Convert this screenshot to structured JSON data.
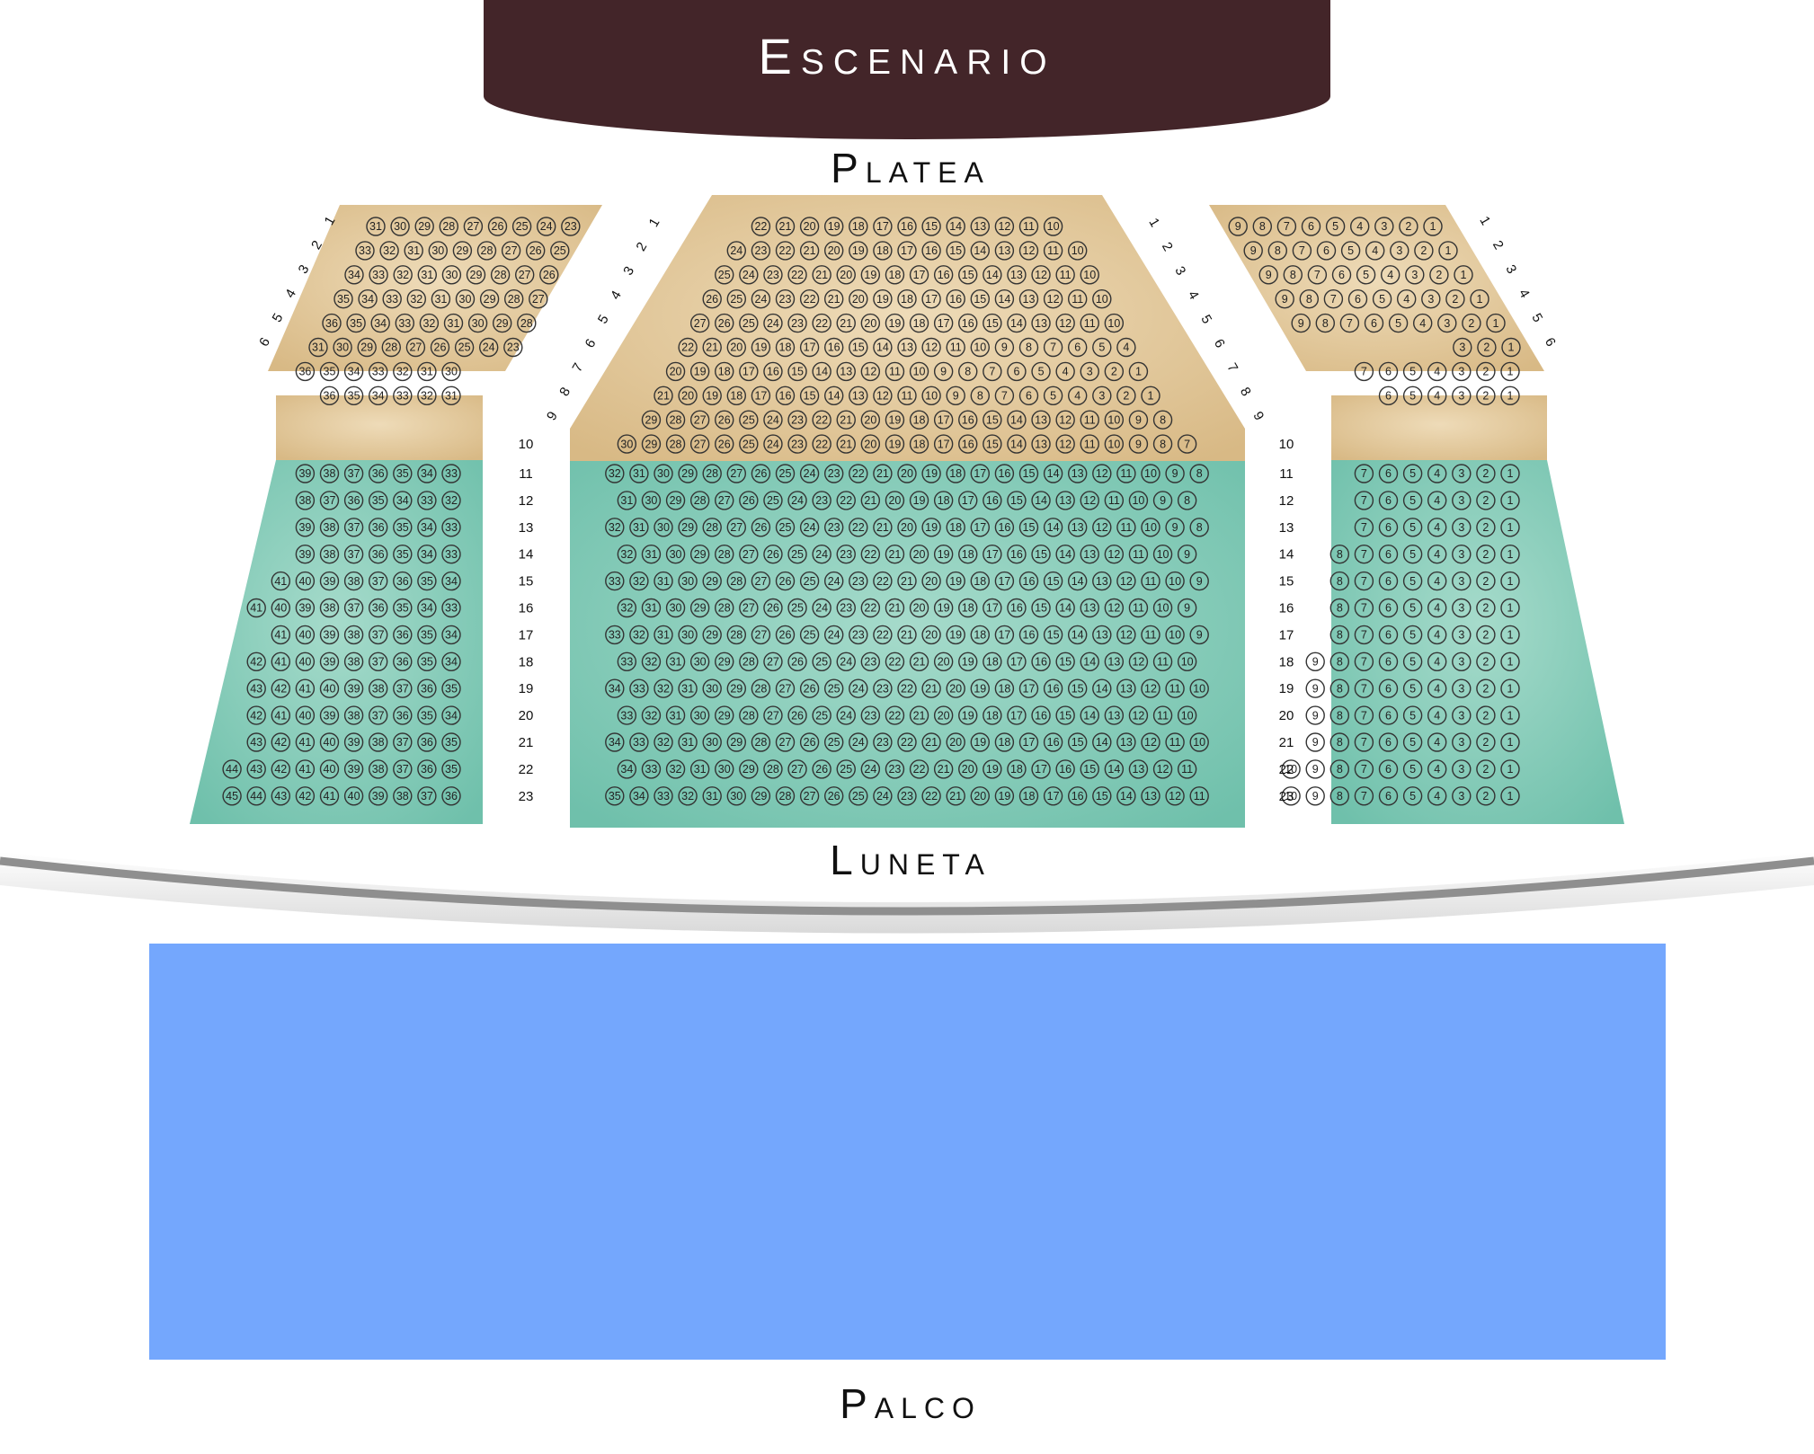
{
  "stage": {
    "label": "Escenario"
  },
  "sections": {
    "platea": "Platea",
    "luneta": "Luneta",
    "palco": "Palco"
  },
  "colors": {
    "stage": "#432529",
    "platea": "#dcc08e",
    "luneta": "#7ec8b6",
    "palco": "#74a7fd"
  },
  "seat_blocks": {
    "left": [
      {
        "row": 1,
        "seats": [
          31,
          30,
          29,
          28,
          27,
          26,
          25,
          24,
          23
        ]
      },
      {
        "row": 2,
        "seats": [
          33,
          32,
          31,
          30,
          29,
          28,
          27,
          26,
          25
        ]
      },
      {
        "row": 3,
        "seats": [
          34,
          33,
          32,
          31,
          30,
          29,
          28,
          27,
          26
        ]
      },
      {
        "row": 4,
        "seats": [
          35,
          34,
          33,
          32,
          31,
          30,
          29,
          28,
          27
        ]
      },
      {
        "row": 5,
        "seats": [
          36,
          35,
          34,
          33,
          32,
          31,
          30,
          29,
          28
        ]
      },
      {
        "row": 6,
        "seats": [
          31,
          30,
          29,
          28,
          27,
          26,
          25,
          24,
          23
        ]
      },
      {
        "row": 7,
        "seats": [
          36,
          35,
          34,
          33,
          32,
          31,
          30
        ]
      },
      {
        "row": 8,
        "seats": [
          36,
          35,
          34,
          33,
          32,
          31
        ]
      },
      {
        "row": 11,
        "seats": [
          39,
          38,
          37,
          36,
          35,
          34,
          33
        ]
      },
      {
        "row": 12,
        "seats": [
          38,
          37,
          36,
          35,
          34,
          33,
          32
        ]
      },
      {
        "row": 13,
        "seats": [
          39,
          38,
          37,
          36,
          35,
          34,
          33
        ]
      },
      {
        "row": 14,
        "seats": [
          39,
          38,
          37,
          36,
          35,
          34,
          33
        ]
      },
      {
        "row": 15,
        "seats": [
          41,
          40,
          39,
          38,
          37,
          36,
          35,
          34
        ]
      },
      {
        "row": 16,
        "seats": [
          41,
          40,
          39,
          38,
          37,
          36,
          35,
          34,
          33
        ]
      },
      {
        "row": 17,
        "seats": [
          41,
          40,
          39,
          38,
          37,
          36,
          35,
          34
        ]
      },
      {
        "row": 18,
        "seats": [
          42,
          41,
          40,
          39,
          38,
          37,
          36,
          35,
          34
        ]
      },
      {
        "row": 19,
        "seats": [
          43,
          42,
          41,
          40,
          39,
          38,
          37,
          36,
          35
        ]
      },
      {
        "row": 20,
        "seats": [
          42,
          41,
          40,
          39,
          38,
          37,
          36,
          35,
          34
        ]
      },
      {
        "row": 21,
        "seats": [
          43,
          42,
          41,
          40,
          39,
          38,
          37,
          36,
          35
        ]
      },
      {
        "row": 22,
        "seats": [
          44,
          43,
          42,
          41,
          40,
          39,
          38,
          37,
          36,
          35
        ]
      },
      {
        "row": 23,
        "seats": [
          45,
          44,
          43,
          42,
          41,
          40,
          39,
          38,
          37,
          36
        ]
      }
    ],
    "center": [
      {
        "row": 1,
        "seats": [
          22,
          21,
          20,
          19,
          18,
          17,
          16,
          15,
          14,
          13,
          12,
          11,
          10
        ]
      },
      {
        "row": 2,
        "seats": [
          24,
          23,
          22,
          21,
          20,
          19,
          18,
          17,
          16,
          15,
          14,
          13,
          12,
          11,
          10
        ]
      },
      {
        "row": 3,
        "seats": [
          25,
          24,
          23,
          22,
          21,
          20,
          19,
          18,
          17,
          16,
          15,
          14,
          13,
          12,
          11,
          10
        ]
      },
      {
        "row": 4,
        "seats": [
          26,
          25,
          24,
          23,
          22,
          21,
          20,
          19,
          18,
          17,
          16,
          15,
          14,
          13,
          12,
          11,
          10
        ]
      },
      {
        "row": 5,
        "seats": [
          27,
          26,
          25,
          24,
          23,
          22,
          21,
          20,
          19,
          18,
          17,
          16,
          15,
          14,
          13,
          12,
          11,
          10
        ]
      },
      {
        "row": 6,
        "seats": [
          22,
          21,
          20,
          19,
          18,
          17,
          16,
          15,
          14,
          13,
          12,
          11,
          10,
          9,
          8,
          7,
          6,
          5,
          4
        ]
      },
      {
        "row": 7,
        "seats": [
          20,
          19,
          18,
          17,
          16,
          15,
          14,
          13,
          12,
          11,
          10,
          9,
          8,
          7,
          6,
          5,
          4,
          3,
          2,
          1
        ]
      },
      {
        "row": 8,
        "seats": [
          21,
          20,
          19,
          18,
          17,
          16,
          15,
          14,
          13,
          12,
          11,
          10,
          9,
          8,
          7,
          6,
          5,
          4,
          3,
          2,
          1
        ]
      },
      {
        "row": 9,
        "seats": [
          29,
          28,
          27,
          26,
          25,
          24,
          23,
          22,
          21,
          20,
          19,
          18,
          17,
          16,
          15,
          14,
          13,
          12,
          11,
          10,
          9,
          8
        ]
      },
      {
        "row": 10,
        "seats": [
          30,
          29,
          28,
          27,
          26,
          25,
          24,
          23,
          22,
          21,
          20,
          19,
          18,
          17,
          16,
          15,
          14,
          13,
          12,
          11,
          10,
          9,
          8,
          7
        ]
      },
      {
        "row": 11,
        "seats": [
          32,
          31,
          30,
          29,
          28,
          27,
          26,
          25,
          24,
          23,
          22,
          21,
          20,
          19,
          18,
          17,
          16,
          15,
          14,
          13,
          12,
          11,
          10,
          9,
          8
        ]
      },
      {
        "row": 12,
        "seats": [
          31,
          30,
          29,
          28,
          27,
          26,
          25,
          24,
          23,
          22,
          21,
          20,
          19,
          18,
          17,
          16,
          15,
          14,
          13,
          12,
          11,
          10,
          9,
          8
        ]
      },
      {
        "row": 13,
        "seats": [
          32,
          31,
          30,
          29,
          28,
          27,
          26,
          25,
          24,
          23,
          22,
          21,
          20,
          19,
          18,
          17,
          16,
          15,
          14,
          13,
          12,
          11,
          10,
          9,
          8
        ]
      },
      {
        "row": 14,
        "seats": [
          32,
          31,
          30,
          29,
          28,
          27,
          26,
          25,
          24,
          23,
          22,
          21,
          20,
          19,
          18,
          17,
          16,
          15,
          14,
          13,
          12,
          11,
          10,
          9
        ]
      },
      {
        "row": 15,
        "seats": [
          33,
          32,
          31,
          30,
          29,
          28,
          27,
          26,
          25,
          24,
          23,
          22,
          21,
          20,
          19,
          18,
          17,
          16,
          15,
          14,
          13,
          12,
          11,
          10,
          9
        ]
      },
      {
        "row": 16,
        "seats": [
          32,
          31,
          30,
          29,
          28,
          27,
          26,
          25,
          24,
          23,
          22,
          21,
          20,
          19,
          18,
          17,
          16,
          15,
          14,
          13,
          12,
          11,
          10,
          9
        ]
      },
      {
        "row": 17,
        "seats": [
          33,
          32,
          31,
          30,
          29,
          28,
          27,
          26,
          25,
          24,
          23,
          22,
          21,
          20,
          19,
          18,
          17,
          16,
          15,
          14,
          13,
          12,
          11,
          10,
          9
        ]
      },
      {
        "row": 18,
        "seats": [
          33,
          32,
          31,
          30,
          29,
          28,
          27,
          26,
          25,
          24,
          23,
          22,
          21,
          20,
          19,
          18,
          17,
          16,
          15,
          14,
          13,
          12,
          11,
          10
        ]
      },
      {
        "row": 19,
        "seats": [
          34,
          33,
          32,
          31,
          30,
          29,
          28,
          27,
          26,
          25,
          24,
          23,
          22,
          21,
          20,
          19,
          18,
          17,
          16,
          15,
          14,
          13,
          12,
          11,
          10
        ]
      },
      {
        "row": 20,
        "seats": [
          33,
          32,
          31,
          30,
          29,
          28,
          27,
          26,
          25,
          24,
          23,
          22,
          21,
          20,
          19,
          18,
          17,
          16,
          15,
          14,
          13,
          12,
          11,
          10
        ]
      },
      {
        "row": 21,
        "seats": [
          34,
          33,
          32,
          31,
          30,
          29,
          28,
          27,
          26,
          25,
          24,
          23,
          22,
          21,
          20,
          19,
          18,
          17,
          16,
          15,
          14,
          13,
          12,
          11,
          10
        ]
      },
      {
        "row": 22,
        "seats": [
          34,
          33,
          32,
          31,
          30,
          29,
          28,
          27,
          26,
          25,
          24,
          23,
          22,
          21,
          20,
          19,
          18,
          17,
          16,
          15,
          14,
          13,
          12,
          11
        ]
      },
      {
        "row": 23,
        "seats": [
          35,
          34,
          33,
          32,
          31,
          30,
          29,
          28,
          27,
          26,
          25,
          24,
          23,
          22,
          21,
          20,
          19,
          18,
          17,
          16,
          15,
          14,
          13,
          12,
          11
        ]
      }
    ],
    "right": [
      {
        "row": 1,
        "seats": [
          9,
          8,
          7,
          6,
          5,
          4,
          3,
          2,
          1
        ]
      },
      {
        "row": 2,
        "seats": [
          9,
          8,
          7,
          6,
          5,
          4,
          3,
          2,
          1
        ]
      },
      {
        "row": 3,
        "seats": [
          9,
          8,
          7,
          6,
          5,
          4,
          3,
          2,
          1
        ]
      },
      {
        "row": 4,
        "seats": [
          9,
          8,
          7,
          6,
          5,
          4,
          3,
          2,
          1
        ]
      },
      {
        "row": 5,
        "seats": [
          9,
          8,
          7,
          6,
          5,
          4,
          3,
          2,
          1
        ]
      },
      {
        "row": 6,
        "seats": [
          3,
          2,
          1
        ]
      },
      {
        "row": 7,
        "seats": [
          7,
          6,
          5,
          4,
          3,
          2,
          1
        ]
      },
      {
        "row": 8,
        "seats": [
          6,
          5,
          4,
          3,
          2,
          1
        ]
      },
      {
        "row": 11,
        "seats": [
          7,
          6,
          5,
          4,
          3,
          2,
          1
        ]
      },
      {
        "row": 12,
        "seats": [
          7,
          6,
          5,
          4,
          3,
          2,
          1
        ]
      },
      {
        "row": 13,
        "seats": [
          7,
          6,
          5,
          4,
          3,
          2,
          1
        ]
      },
      {
        "row": 14,
        "seats": [
          8,
          7,
          6,
          5,
          4,
          3,
          2,
          1
        ]
      },
      {
        "row": 15,
        "seats": [
          8,
          7,
          6,
          5,
          4,
          3,
          2,
          1
        ]
      },
      {
        "row": 16,
        "seats": [
          8,
          7,
          6,
          5,
          4,
          3,
          2,
          1
        ]
      },
      {
        "row": 17,
        "seats": [
          8,
          7,
          6,
          5,
          4,
          3,
          2,
          1
        ]
      },
      {
        "row": 18,
        "seats": [
          9,
          8,
          7,
          6,
          5,
          4,
          3,
          2,
          1
        ]
      },
      {
        "row": 19,
        "seats": [
          9,
          8,
          7,
          6,
          5,
          4,
          3,
          2,
          1
        ]
      },
      {
        "row": 20,
        "seats": [
          9,
          8,
          7,
          6,
          5,
          4,
          3,
          2,
          1
        ]
      },
      {
        "row": 21,
        "seats": [
          9,
          8,
          7,
          6,
          5,
          4,
          3,
          2,
          1
        ]
      },
      {
        "row": 22,
        "seats": [
          10,
          9,
          8,
          7,
          6,
          5,
          4,
          3,
          2,
          1
        ]
      },
      {
        "row": 23,
        "seats": [
          10,
          9,
          8,
          7,
          6,
          5,
          4,
          3,
          2,
          1
        ]
      }
    ]
  },
  "row_labels": {
    "upper_left": [
      "1",
      "2",
      "3",
      "4",
      "5",
      "6"
    ],
    "upper_right": [
      "1",
      "2",
      "3",
      "4",
      "5",
      "6"
    ],
    "center_left": [
      "1",
      "2",
      "3",
      "4",
      "5",
      "6",
      "7",
      "8",
      "9"
    ],
    "center_right": [
      "1",
      "2",
      "3",
      "4",
      "5",
      "6",
      "7",
      "8",
      "9"
    ],
    "aisle": [
      "10",
      "11",
      "12",
      "13",
      "14",
      "15",
      "16",
      "17",
      "18",
      "19",
      "20",
      "21",
      "22",
      "23"
    ]
  }
}
